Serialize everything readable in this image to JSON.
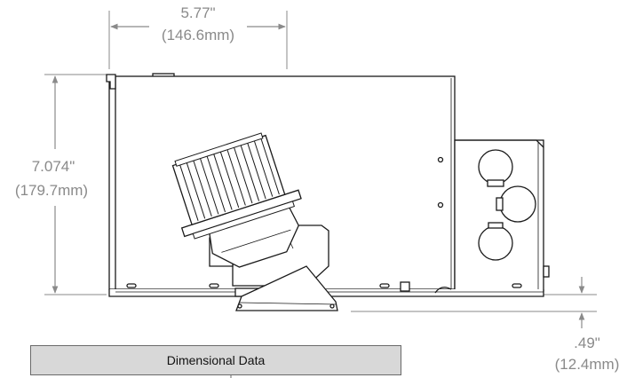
{
  "dimensions": {
    "width": {
      "inches": "5.77\"",
      "mm": "(146.6mm)"
    },
    "height": {
      "inches": "7.074\"",
      "mm": "(179.7mm)"
    },
    "trim": {
      "inches": ".49\"",
      "mm": "(12.4mm)"
    }
  },
  "table": {
    "header": "Dimensional Data"
  },
  "colors": {
    "line": "#1a1a1a",
    "dimension": "#8a8a8a",
    "banner_fill": "#d8d8d8"
  }
}
